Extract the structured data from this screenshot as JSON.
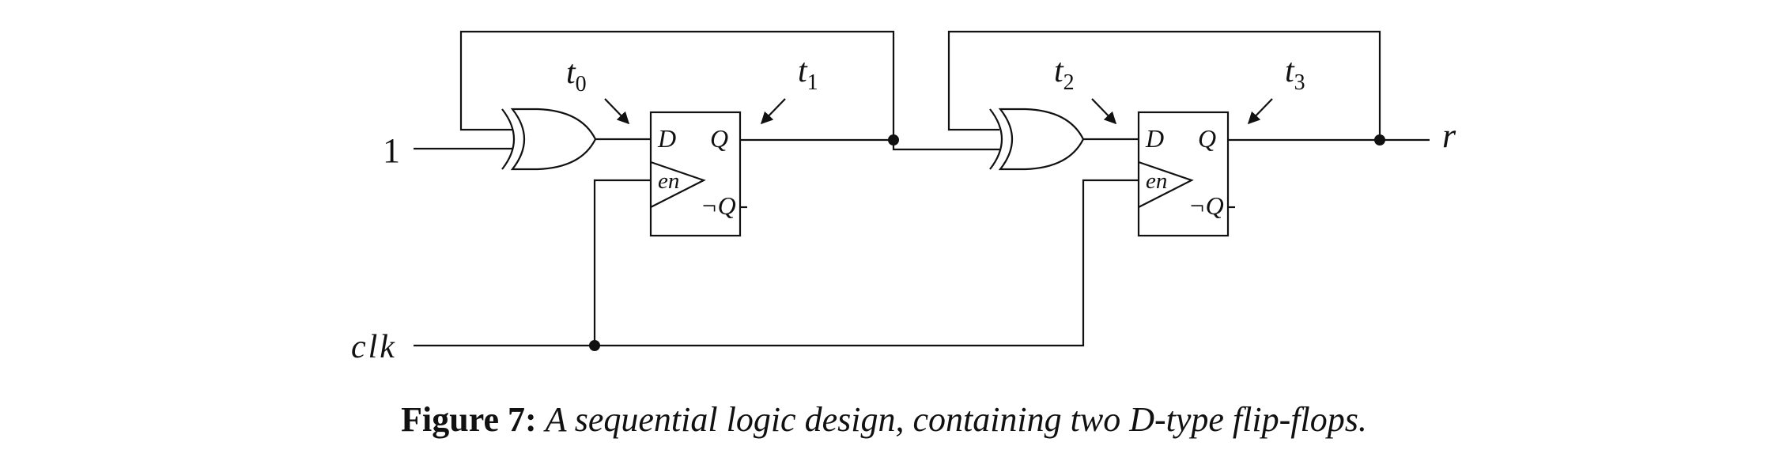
{
  "diagram": {
    "input_one": "1",
    "input_clk": "clk",
    "output_r": "r",
    "flipflop_1": {
      "d": "D",
      "q": "Q",
      "nq": "¬Q",
      "en": "en"
    },
    "flipflop_2": {
      "d": "D",
      "q": "Q",
      "nq": "¬Q",
      "en": "en"
    },
    "taps": [
      {
        "base": "t",
        "sub": "0"
      },
      {
        "base": "t",
        "sub": "1"
      },
      {
        "base": "t",
        "sub": "2"
      },
      {
        "base": "t",
        "sub": "3"
      }
    ]
  },
  "caption": {
    "label": "Figure 7:",
    "text": "A sequential logic design, containing two D-type flip-flops."
  }
}
